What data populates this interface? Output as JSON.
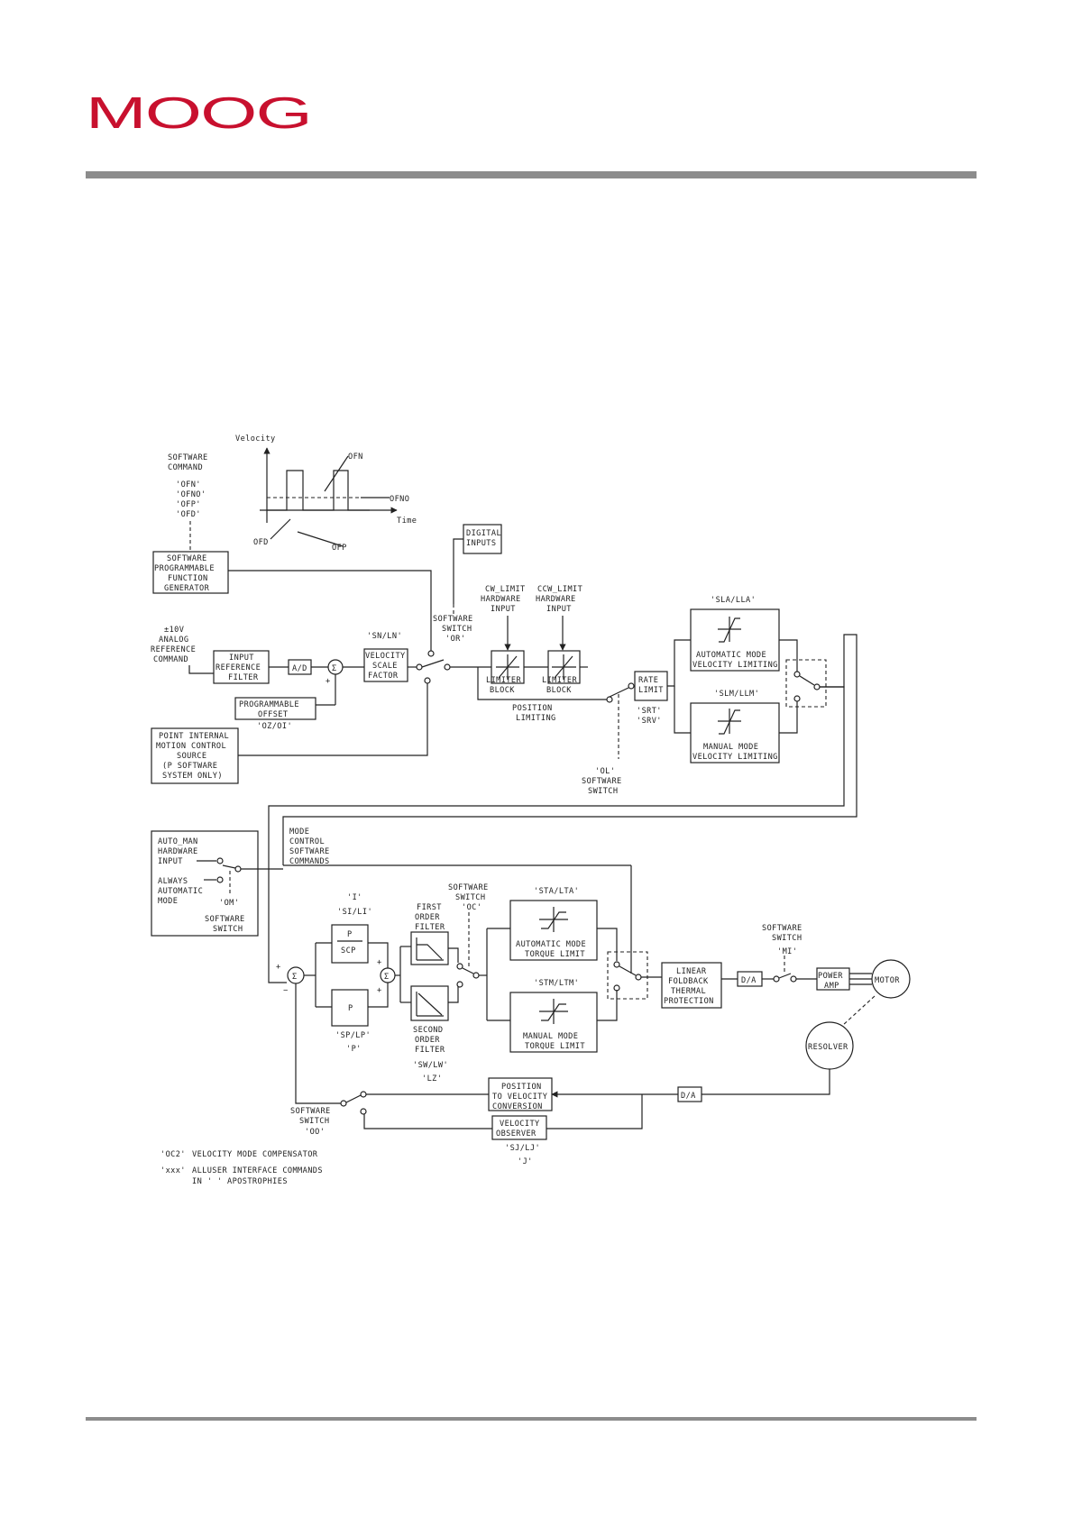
{
  "brand": {
    "logo_text": "MOOG",
    "color": "#c8102e",
    "rule_color": "#8c8c8c"
  },
  "diagram": {
    "legend": [
      {
        "code": "'OC2'",
        "text": "VELOCITY MODE COMPENSATOR"
      },
      {
        "code": "'xxx'",
        "text": "ALLUSER INTERFACE COMMANDS"
      },
      {
        "code": "",
        "text": "IN ' ' APOSTROPHIES"
      }
    ],
    "waveform": {
      "y_label": "Velocity",
      "x_label": "Time",
      "labels": [
        "OFN",
        "OFNO",
        "OFD",
        "OFP"
      ]
    },
    "blocks": {
      "sw_command": [
        "SOFTWARE",
        "COMMAND"
      ],
      "sw_command_codes": [
        "'OFN'",
        "'OFNO'",
        "'OFP'",
        "'OFD'"
      ],
      "function_generator": [
        "SOFTWARE",
        "PROGRAMMABLE",
        "FUNCTION",
        "GENERATOR"
      ],
      "analog_ref": [
        "±10V",
        "ANALOG",
        "REFERENCE",
        "COMMAND"
      ],
      "input_filter": [
        "INPUT",
        "REFERENCE",
        "FILTER"
      ],
      "ad": "A/D",
      "offset": [
        "PROGRAMMABLE",
        "OFFSET"
      ],
      "offset_cmd": "'OZ/OI'",
      "point_internal": [
        "POINT INTERNAL",
        "MOTION CONTROL",
        "SOURCE",
        "(P SOFTWARE",
        "SYSTEM ONLY)"
      ],
      "vel_scale": [
        "VELOCITY",
        "SCALE",
        "FACTOR"
      ],
      "vel_scale_cmd": "'SN/LN'",
      "digital_inputs": [
        "DIGITAL",
        "INPUTS"
      ],
      "sw_or": [
        "SOFTWARE",
        "SWITCH",
        "'OR'"
      ],
      "cw_limit": [
        "CW_LIMIT",
        "HARDWARE",
        "INPUT"
      ],
      "ccw_limit": [
        "CCW_LIMIT",
        "HARDWARE",
        "INPUT"
      ],
      "limiter": [
        "LIMITER",
        "BLOCK"
      ],
      "position_limiting": [
        "POSITION",
        "LIMITING"
      ],
      "ol_switch": [
        "'OL'",
        "SOFTWARE",
        "SWITCH"
      ],
      "rate_limit": [
        "RATE",
        "LIMIT"
      ],
      "rate_cmds": [
        "'SRT'",
        "'SRV'"
      ],
      "sla_cmd": "'SLA/LLA'",
      "auto_vel": [
        "AUTOMATIC MODE",
        "VELOCITY LIMITING"
      ],
      "slm_cmd": "'SLM/LLM'",
      "man_vel": [
        "MANUAL MODE",
        "VELOCITY LIMITING"
      ],
      "auto_man": [
        "AUTO_MAN",
        "HARDWARE",
        "INPUT"
      ],
      "always_auto": [
        "ALWAYS",
        "AUTOMATIC",
        "MODE"
      ],
      "om_switch": [
        "'OM'",
        "SOFTWARE",
        "SWITCH"
      ],
      "mode_control": [
        "MODE",
        "CONTROL",
        "SOFTWARE",
        "COMMANDS"
      ],
      "i_cmds": [
        "'I'",
        "'SI/LI'"
      ],
      "pi_block": {
        "top": "P",
        "bottom": "SCP"
      },
      "p_block": "P",
      "p_cmds": [
        "'SP/LP'",
        "'P'"
      ],
      "first_filter": [
        "FIRST",
        "ORDER",
        "FILTER"
      ],
      "second_filter": [
        "SECOND",
        "ORDER",
        "FILTER"
      ],
      "filter_cmds": [
        "'SW/LW'",
        "'LZ'"
      ],
      "oc_switch": [
        "SOFTWARE",
        "SWITCH",
        "'OC'"
      ],
      "sta_cmd": "'STA/LTA'",
      "auto_torque": [
        "AUTOMATIC MODE",
        "TORQUE LIMIT"
      ],
      "stm_cmd": "'STM/LTM'",
      "man_torque": [
        "MANUAL MODE",
        "TORQUE LIMIT"
      ],
      "thermal": [
        "LINEAR",
        "FOLDBACK",
        "THERMAL",
        "PROTECTION"
      ],
      "da": "D/A",
      "mi_switch": [
        "SOFTWARE",
        "SWITCH",
        "'MI'"
      ],
      "power_amp": [
        "POWER",
        "AMP"
      ],
      "motor": "MOTOR",
      "resolver": "RESOLVER",
      "dd": "D/A",
      "pos_to_vel": [
        "POSITION",
        "TO VELOCITY",
        "CONVERSION"
      ],
      "vel_observer": [
        "VELOCITY",
        "OBSERVER"
      ],
      "observer_cmds": [
        "'SJ/LJ'",
        "'J'"
      ],
      "oo_switch": [
        "SOFTWARE",
        "SWITCH",
        "'OO'"
      ]
    }
  }
}
